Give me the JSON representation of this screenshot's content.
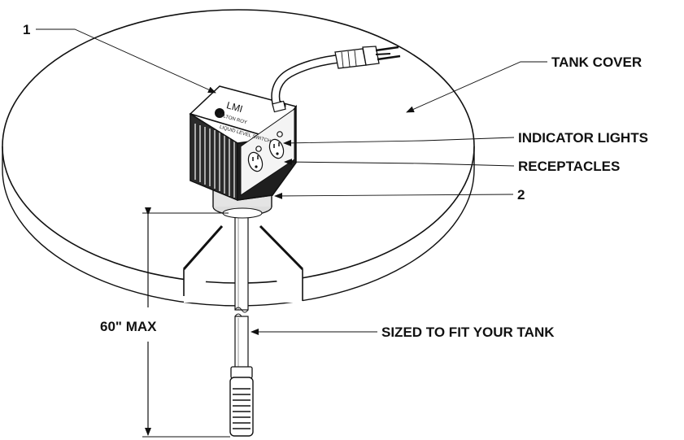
{
  "labels": {
    "callout_1": "1",
    "callout_2": "2",
    "tank_cover": "TANK COVER",
    "indicator_lights": "INDICATOR LIGHTS",
    "receptacles": "RECEPTACLES",
    "max_length": "60\" MAX",
    "sized_to_fit": "SIZED TO FIT YOUR TANK"
  },
  "device_markings": {
    "brand": "LMI",
    "model": "MILTON ROY",
    "label": "LIQUID LEVEL SWITCH"
  }
}
